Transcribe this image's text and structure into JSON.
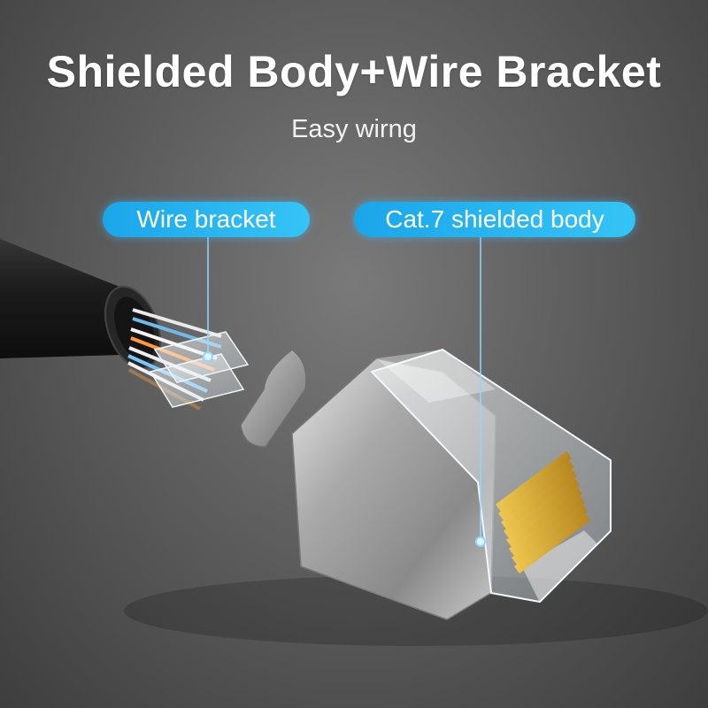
{
  "headline": "Shielded Body+Wire Bracket",
  "subheadline": "Easy wirng",
  "callouts": {
    "left": "Wire bracket",
    "right": "Cat.7 shielded body"
  },
  "colors": {
    "callout_gradient_start": "#1aa6ea",
    "callout_gradient_end": "#35c4f5",
    "background": "#5e5e5e",
    "gold_pins": "#d4a530"
  }
}
